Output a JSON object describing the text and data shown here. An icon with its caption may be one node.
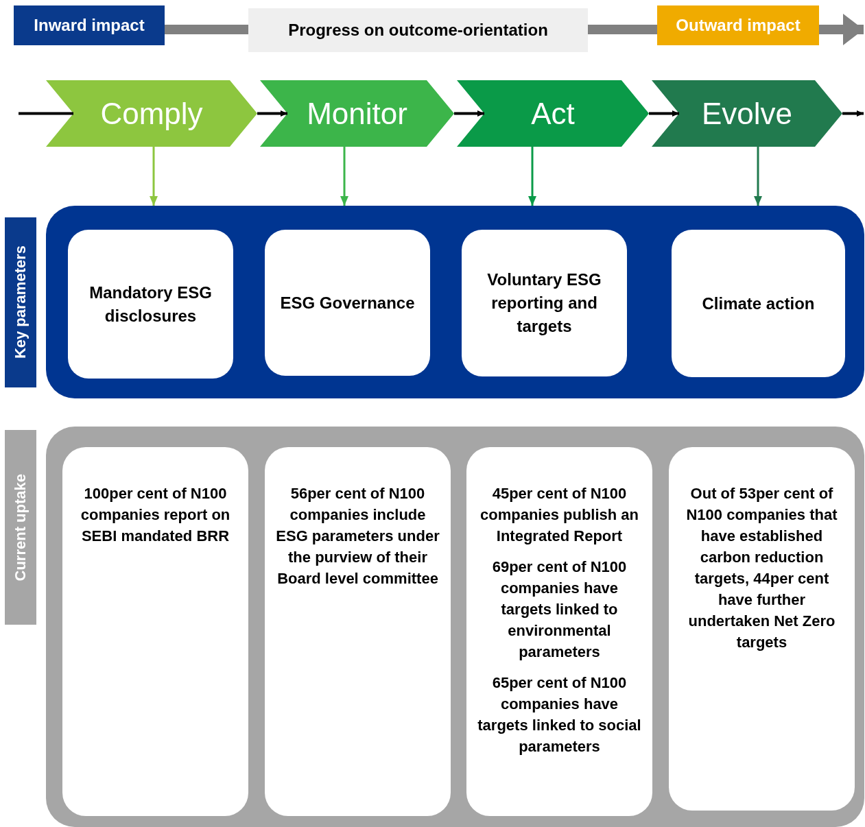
{
  "diagram": {
    "nodes": [
      {
        "text": [
          "Inward impact"
        ]
      },
      {
        "text": [
          "Progress on outcome-orientation"
        ]
      },
      {
        "text": [
          "Outward impact"
        ]
      },
      {
        "text": [
          "Comply"
        ]
      },
      {
        "text": [
          "Monitor"
        ]
      },
      {
        "text": [
          "Act"
        ]
      },
      {
        "text": [
          "Evolve"
        ]
      },
      {
        "text": [
          "Key parameters"
        ]
      },
      {
        "text": [],
        "shape": "box"
      },
      {
        "text": [
          "Mandatory ESG disclosures"
        ],
        "in": 8
      },
      {
        "text": [
          "ESG Governance"
        ],
        "in": 8
      },
      {
        "text": [
          "Voluntary ESG reporting and targets"
        ],
        "in": 8
      },
      {
        "text": [
          "Climate action"
        ],
        "in": 8
      },
      {
        "text": [
          "Current uptake"
        ]
      },
      {
        "text": [],
        "shape": "box"
      },
      {
        "text": [
          "100per cent of N100 companies report on SEBI mandated BRR"
        ],
        "in": 14
      },
      {
        "text": [
          "56per cent of N100 companies include ESG parameters under the purview of their Board level committee"
        ],
        "in": 14
      },
      {
        "text": [
          "45per cent of N100 companies publish an Integrated Report",
          "69per cent of N100 companies have targets linked to environmental parameters",
          "65per cent of N100 companies have targets linked to social parameters"
        ],
        "in": 14
      },
      {
        "text": [
          "Out of 53per cent of N100 companies that have established carbon reduction targets, 44per cent have further undertaken Net Zero targets"
        ],
        "in": 14
      }
    ],
    "edges": [
      {
        "from": 0,
        "to": 1,
        "arrow": "none",
        "style": "thick",
        "color": "#808080"
      },
      {
        "from": 1,
        "to": 2,
        "arrow": "none",
        "style": "thick",
        "color": "#808080"
      },
      {
        "from": 2,
        "to": null,
        "arrow": "to",
        "style": "thick",
        "color": "#808080"
      },
      {
        "from": null,
        "to": 3,
        "arrow": "none"
      },
      {
        "from": 3,
        "to": 4,
        "arrow": "to"
      },
      {
        "from": 4,
        "to": 5,
        "arrow": "to"
      },
      {
        "from": 5,
        "to": 6,
        "arrow": "to"
      },
      {
        "from": 6,
        "to": null,
        "arrow": "to"
      },
      {
        "from": 3,
        "to": 8,
        "arrow": "to",
        "color": "#8dc63f"
      },
      {
        "from": 4,
        "to": 8,
        "arrow": "to",
        "color": "#3cb54a"
      },
      {
        "from": 5,
        "to": 8,
        "arrow": "to",
        "color": "#0a9a48"
      },
      {
        "from": 6,
        "to": 8,
        "arrow": "to",
        "color": "#217a4e"
      }
    ]
  }
}
